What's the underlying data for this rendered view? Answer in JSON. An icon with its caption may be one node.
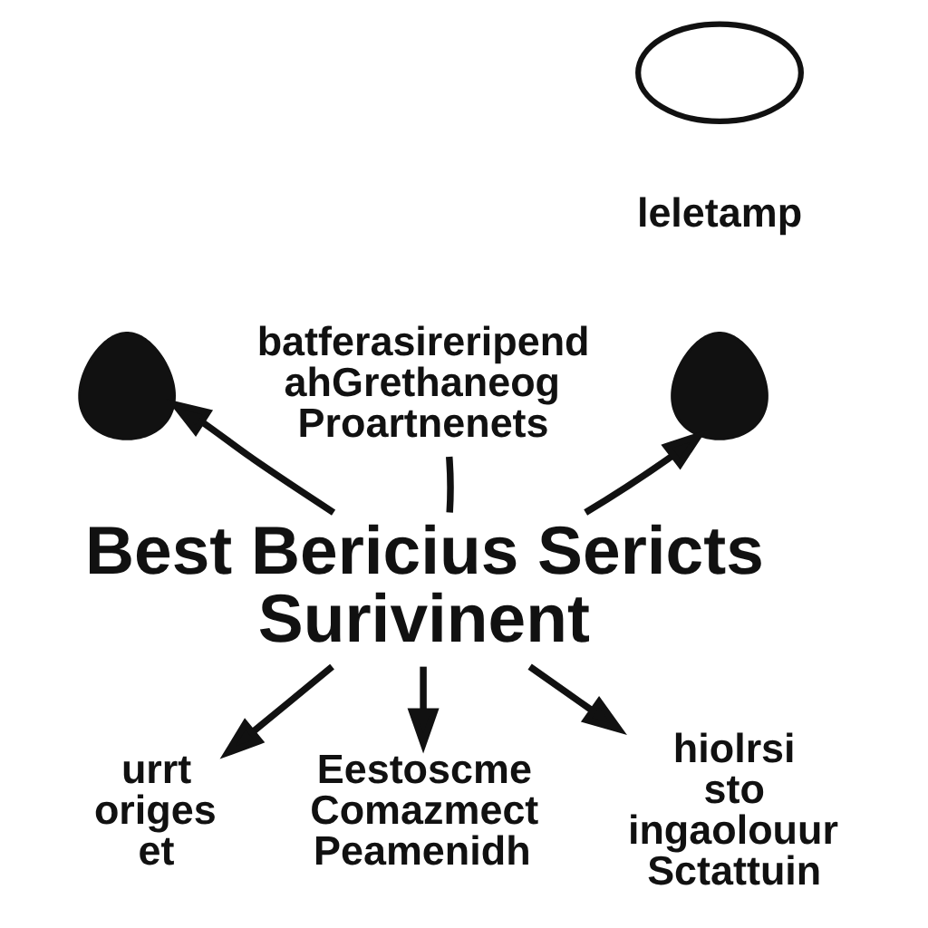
{
  "diagram": {
    "nodes": [
      {
        "text": [
          "batferasireripend ahGrethaneog Proartnenets"
        ]
      },
      {
        "text": [],
        "shape": "person"
      },
      {
        "text": [],
        "shape": "cloud"
      },
      {
        "text": [
          "leletamp"
        ]
      },
      {
        "text": [],
        "shape": "person"
      },
      {
        "text": [
          "Best Bericius Sericts Surivinent"
        ]
      },
      {
        "text": [
          "urrt origes et"
        ]
      },
      {
        "text": [
          "Eestoscme Comazmect Peamenidh"
        ]
      },
      {
        "text": [
          "hiolrsi sto ingaolouur Sctattuin"
        ]
      }
    ],
    "edges": [
      {
        "from": 5,
        "to": 0,
        "arrow": "none"
      },
      {
        "from": 5,
        "to": 1,
        "arrow": "to"
      },
      {
        "from": 5,
        "to": 4,
        "arrow": "to"
      },
      {
        "from": 5,
        "to": 6,
        "arrow": "to"
      },
      {
        "from": 5,
        "to": 7,
        "arrow": "to"
      },
      {
        "from": 5,
        "to": 8,
        "arrow": "to"
      }
    ]
  }
}
